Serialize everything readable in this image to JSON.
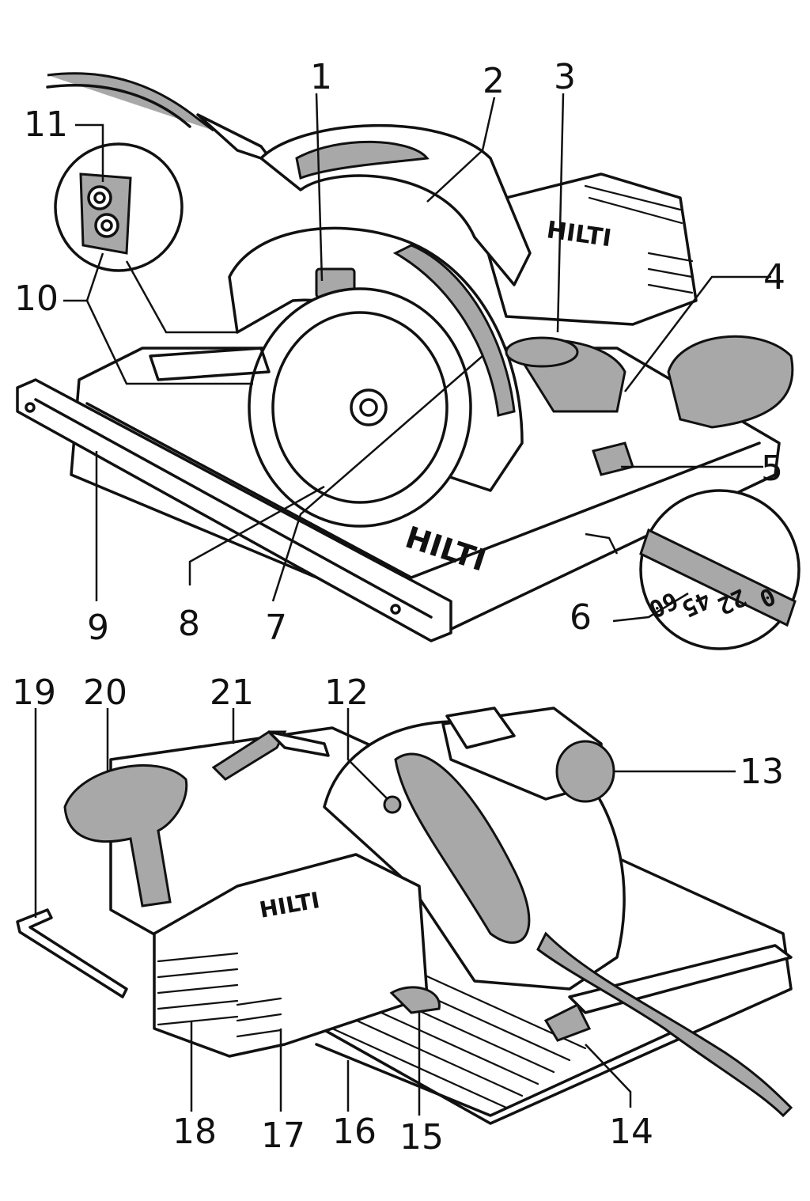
{
  "figures": {
    "top": {
      "callouts": [
        "1",
        "2",
        "3",
        "4",
        "5",
        "6",
        "7",
        "8",
        "9",
        "10",
        "11"
      ],
      "scale_marks": [
        "0",
        "22",
        "45",
        "60"
      ]
    },
    "bottom": {
      "callouts": [
        "12",
        "13",
        "14",
        "15",
        "16",
        "17",
        "18",
        "19",
        "20",
        "21"
      ]
    }
  },
  "brand_marks": [
    "HILTI"
  ],
  "colors": {
    "ink": "#111111",
    "shading": "#a8a8a8",
    "background": "#ffffff"
  }
}
